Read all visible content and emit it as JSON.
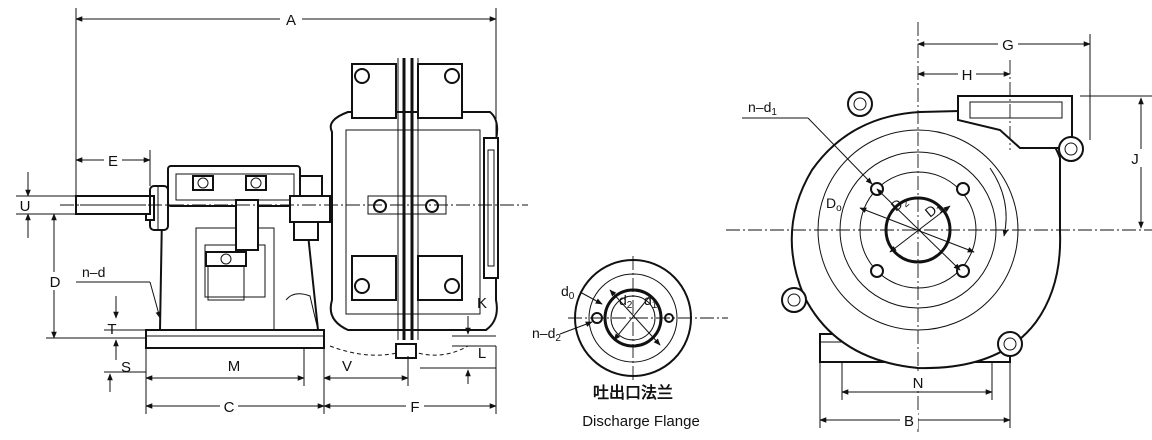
{
  "side_view": {
    "labels": {
      "A": "A",
      "E": "E",
      "U": "U",
      "D": "D",
      "nd": "n–d",
      "T": "T",
      "S": "S",
      "M": "M",
      "V": "V",
      "C": "C",
      "F": "F",
      "K": "K",
      "L": "L"
    }
  },
  "flange": {
    "labels": {
      "d0": "d",
      "d0_sub": "0",
      "d2": "d",
      "d2_sub": "2",
      "d1": "d",
      "d1_sub": "1",
      "nd2": "n–d",
      "nd2_sub": "2"
    },
    "caption_cn": "吐出口法兰",
    "caption_en": "Discharge Flange"
  },
  "front_view": {
    "labels": {
      "G": "G",
      "H": "H",
      "nd1": "n–d",
      "nd1_sub": "1",
      "J": "J",
      "Do": "D",
      "Do_sub": "o",
      "D2": "D",
      "D2_sub": "2",
      "D1": "D",
      "D1_sub": "1",
      "N": "N",
      "B": "B"
    }
  }
}
